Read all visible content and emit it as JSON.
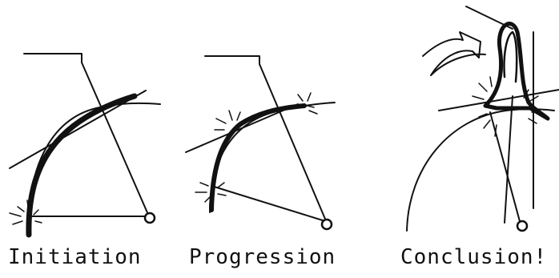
{
  "panels": [
    {
      "caption": "Initiation"
    },
    {
      "caption": "Progression"
    },
    {
      "caption": "Conclusion!"
    }
  ],
  "colors": {
    "ink": "#111111",
    "background": "#ffffff"
  }
}
